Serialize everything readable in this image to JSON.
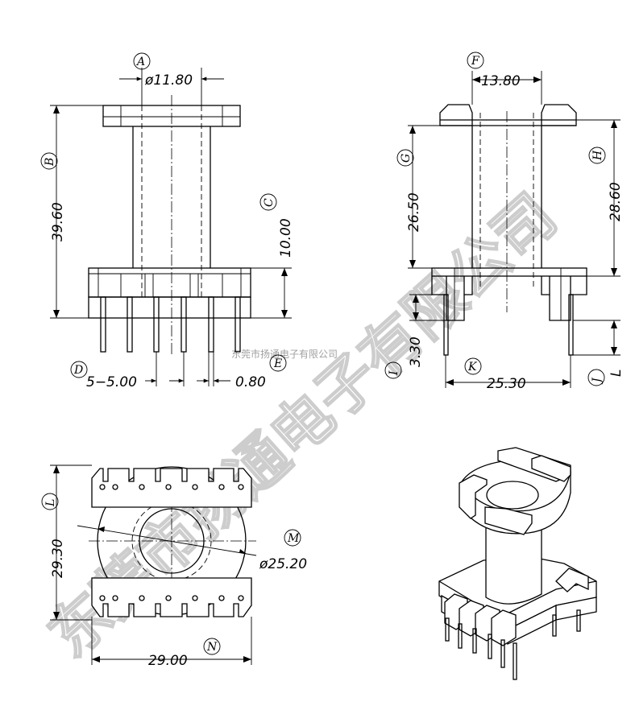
{
  "watermark": {
    "main_text": "东莞市扬通电子有限公司",
    "small_text": "东莞市扬通电子有限公司"
  },
  "front_view": {
    "dims": {
      "bore_diameter": "ø11.80",
      "height": "39.60",
      "base_height": "10.00",
      "pin_pitch": "5−5.00",
      "pin_diameter": "0.80"
    },
    "labels": {
      "a": "A",
      "b": "B",
      "c": "C",
      "d": "D",
      "e": "E"
    }
  },
  "side_view": {
    "dims": {
      "core_width": "13.80",
      "winding_height_left": "26.50",
      "winding_height_right": "28.60",
      "pin_length": "3.30",
      "pin_span": "25.30",
      "pin_tail": "L"
    },
    "labels": {
      "f": "F",
      "g": "G",
      "h": "H",
      "i": "I",
      "j": "J",
      "k": "K"
    }
  },
  "bottom_view": {
    "dims": {
      "depth": "29.30",
      "outer_diameter": "ø25.20",
      "width": "29.00"
    },
    "labels": {
      "l": "L",
      "m": "M",
      "n": "N"
    }
  }
}
